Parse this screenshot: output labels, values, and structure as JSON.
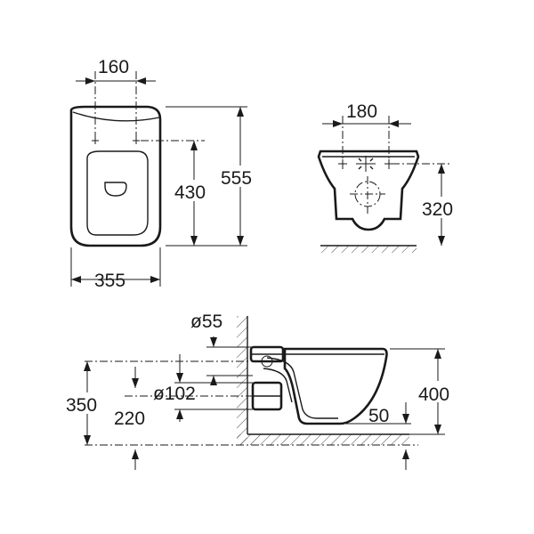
{
  "front_view": {
    "width_label": "355",
    "height_label": "555",
    "bolt_spacing_label": "160",
    "bolt_height_label": "430"
  },
  "rear_view": {
    "bolt_spacing_label": "180",
    "outlet_height_label": "320"
  },
  "side_view": {
    "inlet_diameter_label": "ø55",
    "outlet_diameter_label": "ø102",
    "inlet_height_label": "350",
    "outlet_height_label": "220",
    "rim_height_label": "400",
    "base_offset_label": "50"
  }
}
